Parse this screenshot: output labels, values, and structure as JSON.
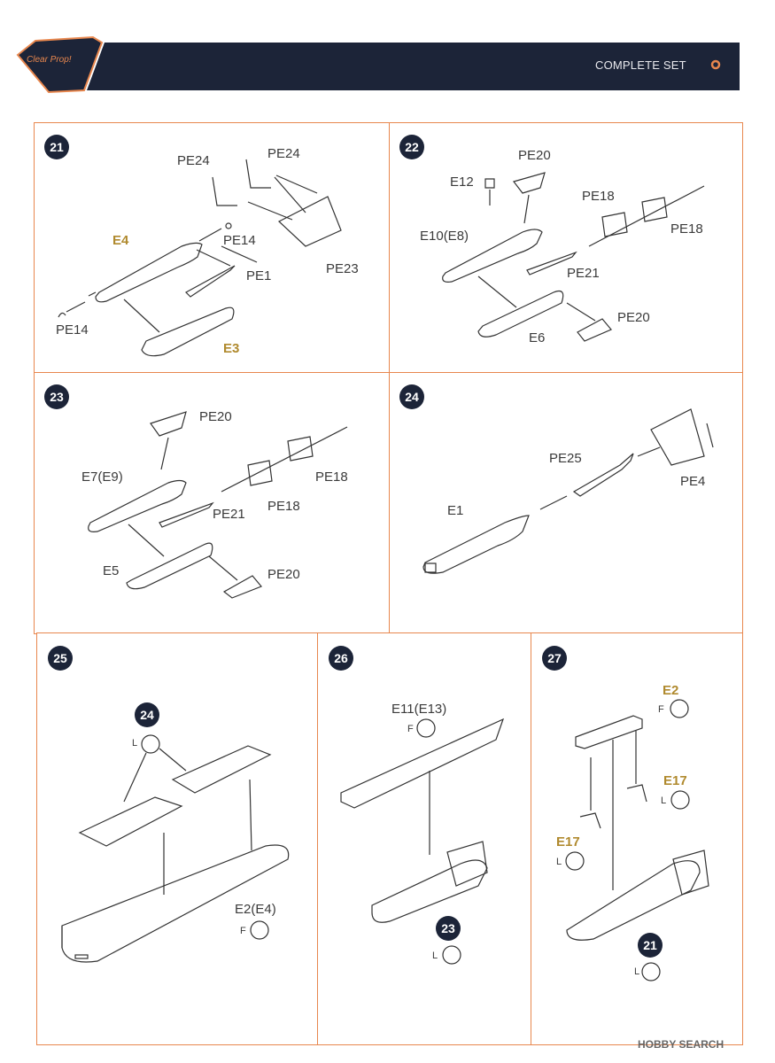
{
  "header": {
    "title": "COMPLETE SET",
    "logo_text": "Clear Prop!"
  },
  "steps": [
    {
      "number": "21",
      "labels": [
        "PE24",
        "PE24",
        "E4",
        "PE14",
        "PE1",
        "PE23",
        "PE14",
        "E3"
      ]
    },
    {
      "number": "22",
      "labels": [
        "PE20",
        "E12",
        "PE18",
        "E10(E8)",
        "PE18",
        "PE21",
        "PE20",
        "E6"
      ]
    },
    {
      "number": "23",
      "labels": [
        "PE20",
        "E7(E9)",
        "PE18",
        "PE21",
        "PE18",
        "E5",
        "PE20"
      ]
    },
    {
      "number": "24",
      "labels": [
        "PE25",
        "PE4",
        "E1"
      ]
    },
    {
      "number": "25",
      "labels": [
        "24",
        "L",
        "E2(E4)",
        "F"
      ]
    },
    {
      "number": "26",
      "labels": [
        "E11(E13)",
        "F",
        "23",
        "L"
      ]
    },
    {
      "number": "27",
      "labels": [
        "E2",
        "F",
        "E17",
        "L",
        "E17",
        "L",
        "21",
        "L"
      ]
    }
  ],
  "footer": {
    "watermark": "HOBBY SEARCH"
  }
}
